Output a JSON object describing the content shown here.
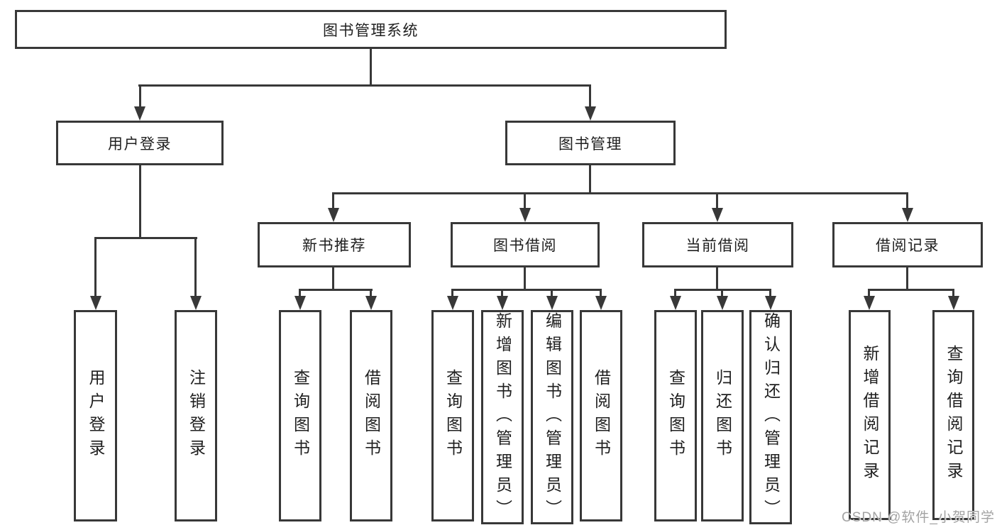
{
  "diagram": {
    "root": {
      "label": "图书管理系统"
    },
    "level2": [
      {
        "label": "用户登录"
      },
      {
        "label": "图书管理"
      }
    ],
    "level3": [
      {
        "label": "新书推荐"
      },
      {
        "label": "图书借阅"
      },
      {
        "label": "当前借阅"
      },
      {
        "label": "借阅记录"
      }
    ],
    "leaves": [
      {
        "label": "用户登录"
      },
      {
        "label": "注销登录"
      },
      {
        "label": "查询图书"
      },
      {
        "label": "借阅图书"
      },
      {
        "label": "查询图书"
      },
      {
        "label": "新增图书（管理员）"
      },
      {
        "label": "编辑图书（管理员）"
      },
      {
        "label": "借阅图书"
      },
      {
        "label": "查询图书"
      },
      {
        "label": "归还图书"
      },
      {
        "label": "确认归还（管理员）"
      },
      {
        "label": "新增借阅记录"
      },
      {
        "label": "查询借阅记录"
      }
    ]
  },
  "watermark": {
    "text": "CSDN @软件_小贺同学"
  },
  "colors": {
    "line": "#383838",
    "box_border": "#383838",
    "text": "#1f1f1f",
    "watermark": "#a3a3a3",
    "background": "#ffffff"
  }
}
